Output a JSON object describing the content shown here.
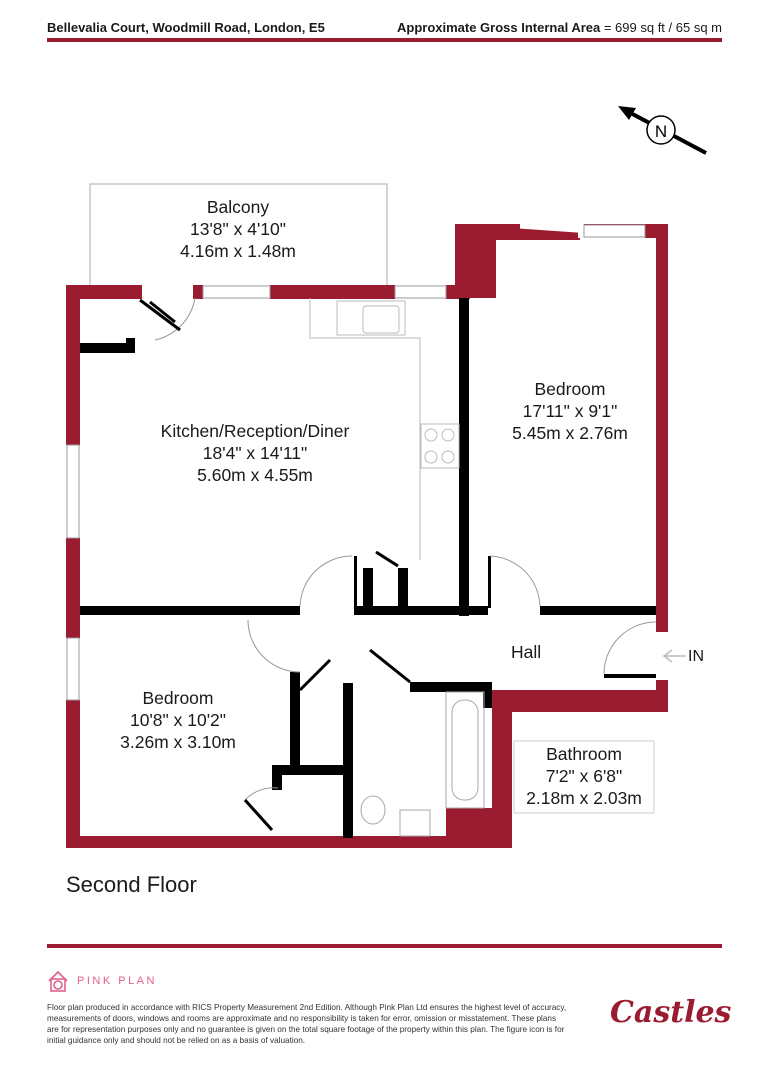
{
  "header": {
    "address": "Bellevalia Court, Woodmill Road, London, E5",
    "area_label": "Approximate Gross Internal Area",
    "area_value": " = 699 sq ft / 65 sq m"
  },
  "colors": {
    "wall_external": "#9b1b30",
    "wall_internal": "#000000",
    "brand_pink": "#e0608a"
  },
  "compass": {
    "label": "N",
    "icon": "north-arrow-icon"
  },
  "rooms": [
    {
      "name": "Balcony",
      "imperial": "13'8\" x 4'10\"",
      "metric": "4.16m x 1.48m"
    },
    {
      "name": "Kitchen/Reception/Diner",
      "imperial": "18'4\" x 14'11\"",
      "metric": "5.60m x 4.55m"
    },
    {
      "name": "Bedroom",
      "imperial": "17'11\" x 9'1\"",
      "metric": "5.45m x 2.76m"
    },
    {
      "name": "Bedroom",
      "imperial": "10'8\" x 10'2\"",
      "metric": "3.26m x 3.10m"
    },
    {
      "name": "Bathroom",
      "imperial": "7'2\" x 6'8\"",
      "metric": "2.18m x 2.03m"
    }
  ],
  "hall": {
    "name": "Hall"
  },
  "entrance": {
    "label": "IN"
  },
  "floor_label": "Second Floor",
  "footer": {
    "brand": "PINK PLAN",
    "disclaimer": "Floor plan produced in accordance with RICS Property Measurement 2nd Edition. Although Pink Plan Ltd ensures the highest level of accuracy, measurements of doors, windows and rooms are approximate and no responsibility is taken for error, omission or misstatement. These plans are for representation purposes only and no guarantee is given on the total square footage of the property within this plan. The figure icon is for initial guidance only and should not be relied on as a basis of valuation.",
    "agent_logo": "Castles"
  }
}
